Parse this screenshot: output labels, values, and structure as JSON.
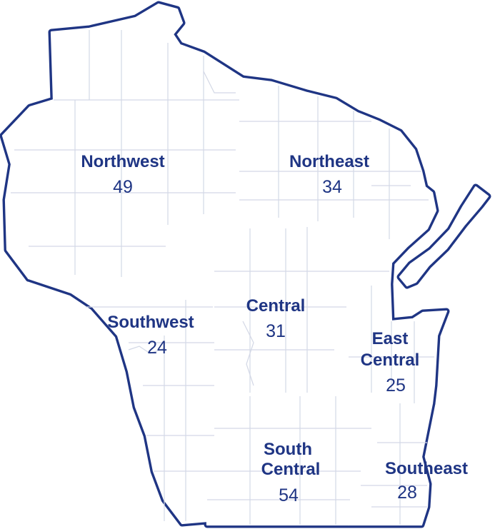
{
  "colors": {
    "border": "#1f3584",
    "county_lines": "#d3d8e6",
    "label": "#1f3584",
    "fill": "#ffffff"
  },
  "regions": [
    {
      "id": "northwest",
      "name": "Northwest",
      "count": "49"
    },
    {
      "id": "northeast",
      "name": "Northeast",
      "count": "34"
    },
    {
      "id": "central",
      "name": "Central",
      "count": "31"
    },
    {
      "id": "southwest",
      "name": "Southwest",
      "count": "24"
    },
    {
      "id": "east-central",
      "name": "East Central",
      "name_line1": "East",
      "name_line2": "Central",
      "count": "25"
    },
    {
      "id": "south-central",
      "name": "South Central",
      "name_line1": "South",
      "name_line2": "Central",
      "count": "54"
    },
    {
      "id": "southeast",
      "name": "Southeast",
      "count": "28"
    }
  ]
}
